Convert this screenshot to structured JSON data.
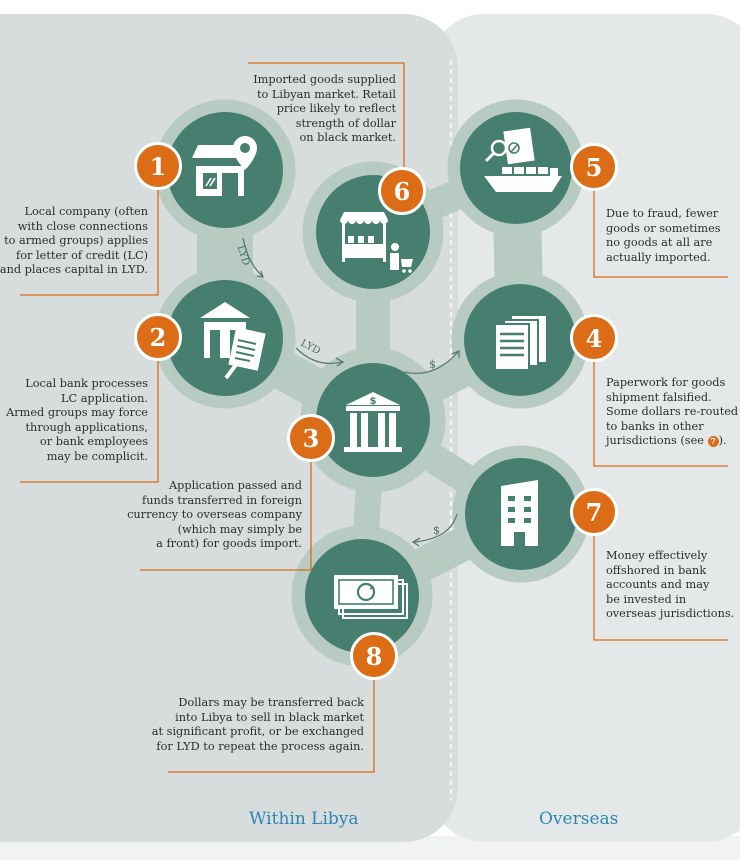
{
  "regions": {
    "within_label": "Within Libya",
    "overseas_label": "Overseas"
  },
  "steps": [
    {
      "number": "1",
      "icon": "shop-location-icon",
      "lines": [
        "Local company (often",
        "with close connections",
        "to armed groups) applies",
        "for letter of credit (LC)",
        "and places capital in LYD."
      ]
    },
    {
      "number": "2",
      "icon": "bank-document-icon",
      "lines": [
        "Local bank processes",
        "LC application.",
        "Armed groups may force",
        "through applications,",
        "or bank employees",
        "may be complicit."
      ]
    },
    {
      "number": "3",
      "icon": "bank-dollar-icon",
      "lines": [
        "Application passed and",
        "funds transferred in foreign",
        "currency to overseas company",
        "(which may simply be",
        "a front) for goods import."
      ]
    },
    {
      "number": "4",
      "icon": "paperwork-icon",
      "lines": [
        "Paperwork for goods",
        "shipment falsified.",
        "Some dollars re-routed",
        "to banks in other",
        "jurisdictions (see"
      ],
      "see_ref": "7",
      "see_suffix": ")."
    },
    {
      "number": "5",
      "icon": "cargo-ship-icon",
      "lines": [
        "Due to fraud, fewer",
        "goods or sometimes",
        "no goods at all are",
        "actually imported."
      ]
    },
    {
      "number": "6",
      "icon": "market-stall-shopper-icon",
      "lines": [
        "Imported goods supplied",
        "to Libyan market. Retail",
        "price likely to reflect",
        "strength of dollar",
        "on black market."
      ]
    },
    {
      "number": "7",
      "icon": "office-building-icon",
      "lines": [
        "Money effectively",
        "offshored in bank",
        "accounts and may",
        "be invested in",
        "overseas jurisdictions."
      ]
    },
    {
      "number": "8",
      "icon": "banknotes-icon",
      "lines": [
        "Dollars may be transferred back",
        "into Libya to sell in black market",
        "at significant profit, or be exchanged",
        "for LYD to repeat the process again."
      ]
    }
  ],
  "flow_labels": {
    "lyd_1_2": "LYD",
    "lyd_2_3": "LYD",
    "usd_3_4": "$",
    "usd_7_8": "$"
  },
  "colors": {
    "within_bg": "#d7dcdc",
    "overseas_bg": "#e4e8e8",
    "node": "#467f6f",
    "halo": "#b7cbc3",
    "accent": "#dc6c16",
    "region_label": "#2d86b3"
  }
}
